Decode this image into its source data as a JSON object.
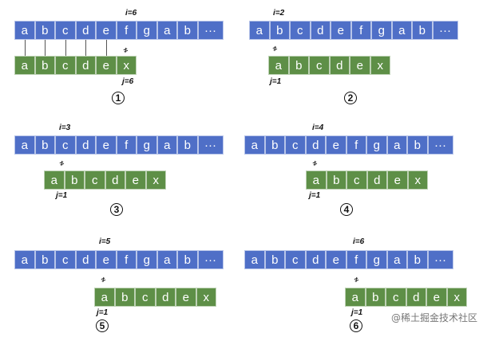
{
  "text_chars": [
    "a",
    "b",
    "c",
    "d",
    "e",
    "f",
    "g",
    "a",
    "b",
    "···"
  ],
  "pattern_chars": [
    "a",
    "b",
    "c",
    "d",
    "e",
    "x"
  ],
  "mismatch_mark": "≠",
  "colors": {
    "text_row": "#4f6fc7",
    "pattern_row": "#5e8f47"
  },
  "panels": [
    {
      "i_label": "i=6",
      "j_label": "j=6",
      "step": "1"
    },
    {
      "i_label": "i=2",
      "j_label": "j=1",
      "step": "2"
    },
    {
      "i_label": "i=3",
      "j_label": "j=1",
      "step": "3"
    },
    {
      "i_label": "i=4",
      "j_label": "j=1",
      "step": "4"
    },
    {
      "i_label": "i=5",
      "j_label": "j=1",
      "step": "5"
    },
    {
      "i_label": "i=6",
      "j_label": "j=1",
      "step": "6"
    }
  ],
  "watermark": "@稀土掘金技术社区"
}
